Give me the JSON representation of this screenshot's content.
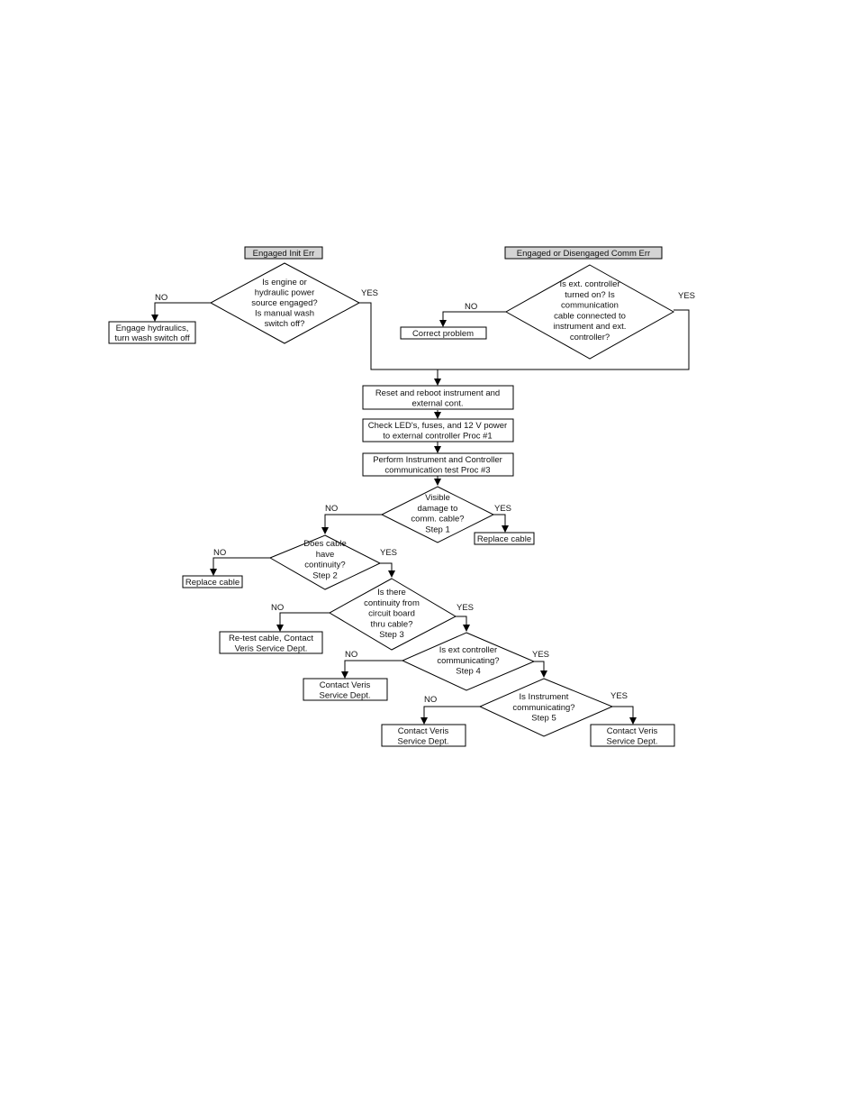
{
  "headers": {
    "init": "Engaged  Init Err",
    "comm": "Engaged or Disengaged  Comm Err"
  },
  "labels": {
    "yes": "YES",
    "no": "NO"
  },
  "decisions": {
    "engine": [
      "Is engine or",
      "hydraulic power",
      "source engaged?",
      "Is manual wash",
      "switch off?"
    ],
    "ext_on": [
      "Is ext. controller",
      "turned on? Is",
      "communication",
      "cable connected to",
      "instrument and ext.",
      "controller?"
    ],
    "damage": [
      "Visible",
      "damage to",
      "comm. cable?",
      "Step 1"
    ],
    "continuity": [
      "Does cable",
      "have",
      "continuity?",
      "Step 2"
    ],
    "board": [
      "Is there",
      "continuity from",
      "circuit board",
      "thru cable?",
      "Step 3"
    ],
    "ext_comm": [
      "Is ext controller",
      "communicating?",
      "Step 4"
    ],
    "instr_comm": [
      "Is Instrument",
      "communicating?",
      "Step 5"
    ]
  },
  "processes": {
    "engage": [
      "Engage hydraulics,",
      "turn wash switch off"
    ],
    "correct": [
      "Correct problem"
    ],
    "reset": [
      "Reset and reboot instrument and",
      "external cont."
    ],
    "check_led": [
      "Check LED's, fuses, and 12 V power",
      "to external controller  Proc #1"
    ],
    "perform": [
      "Perform Instrument and Controller",
      "communication test Proc #3"
    ],
    "replace1": [
      "Replace cable"
    ],
    "replace2": [
      "Replace cable"
    ],
    "retest": [
      "Re-test cable, Contact",
      "Veris Service Dept."
    ],
    "contact1": [
      "Contact Veris",
      "Service Dept."
    ],
    "contact2": [
      "Contact Veris",
      "Service Dept."
    ],
    "contact3": [
      "Contact Veris",
      "Service Dept."
    ]
  }
}
